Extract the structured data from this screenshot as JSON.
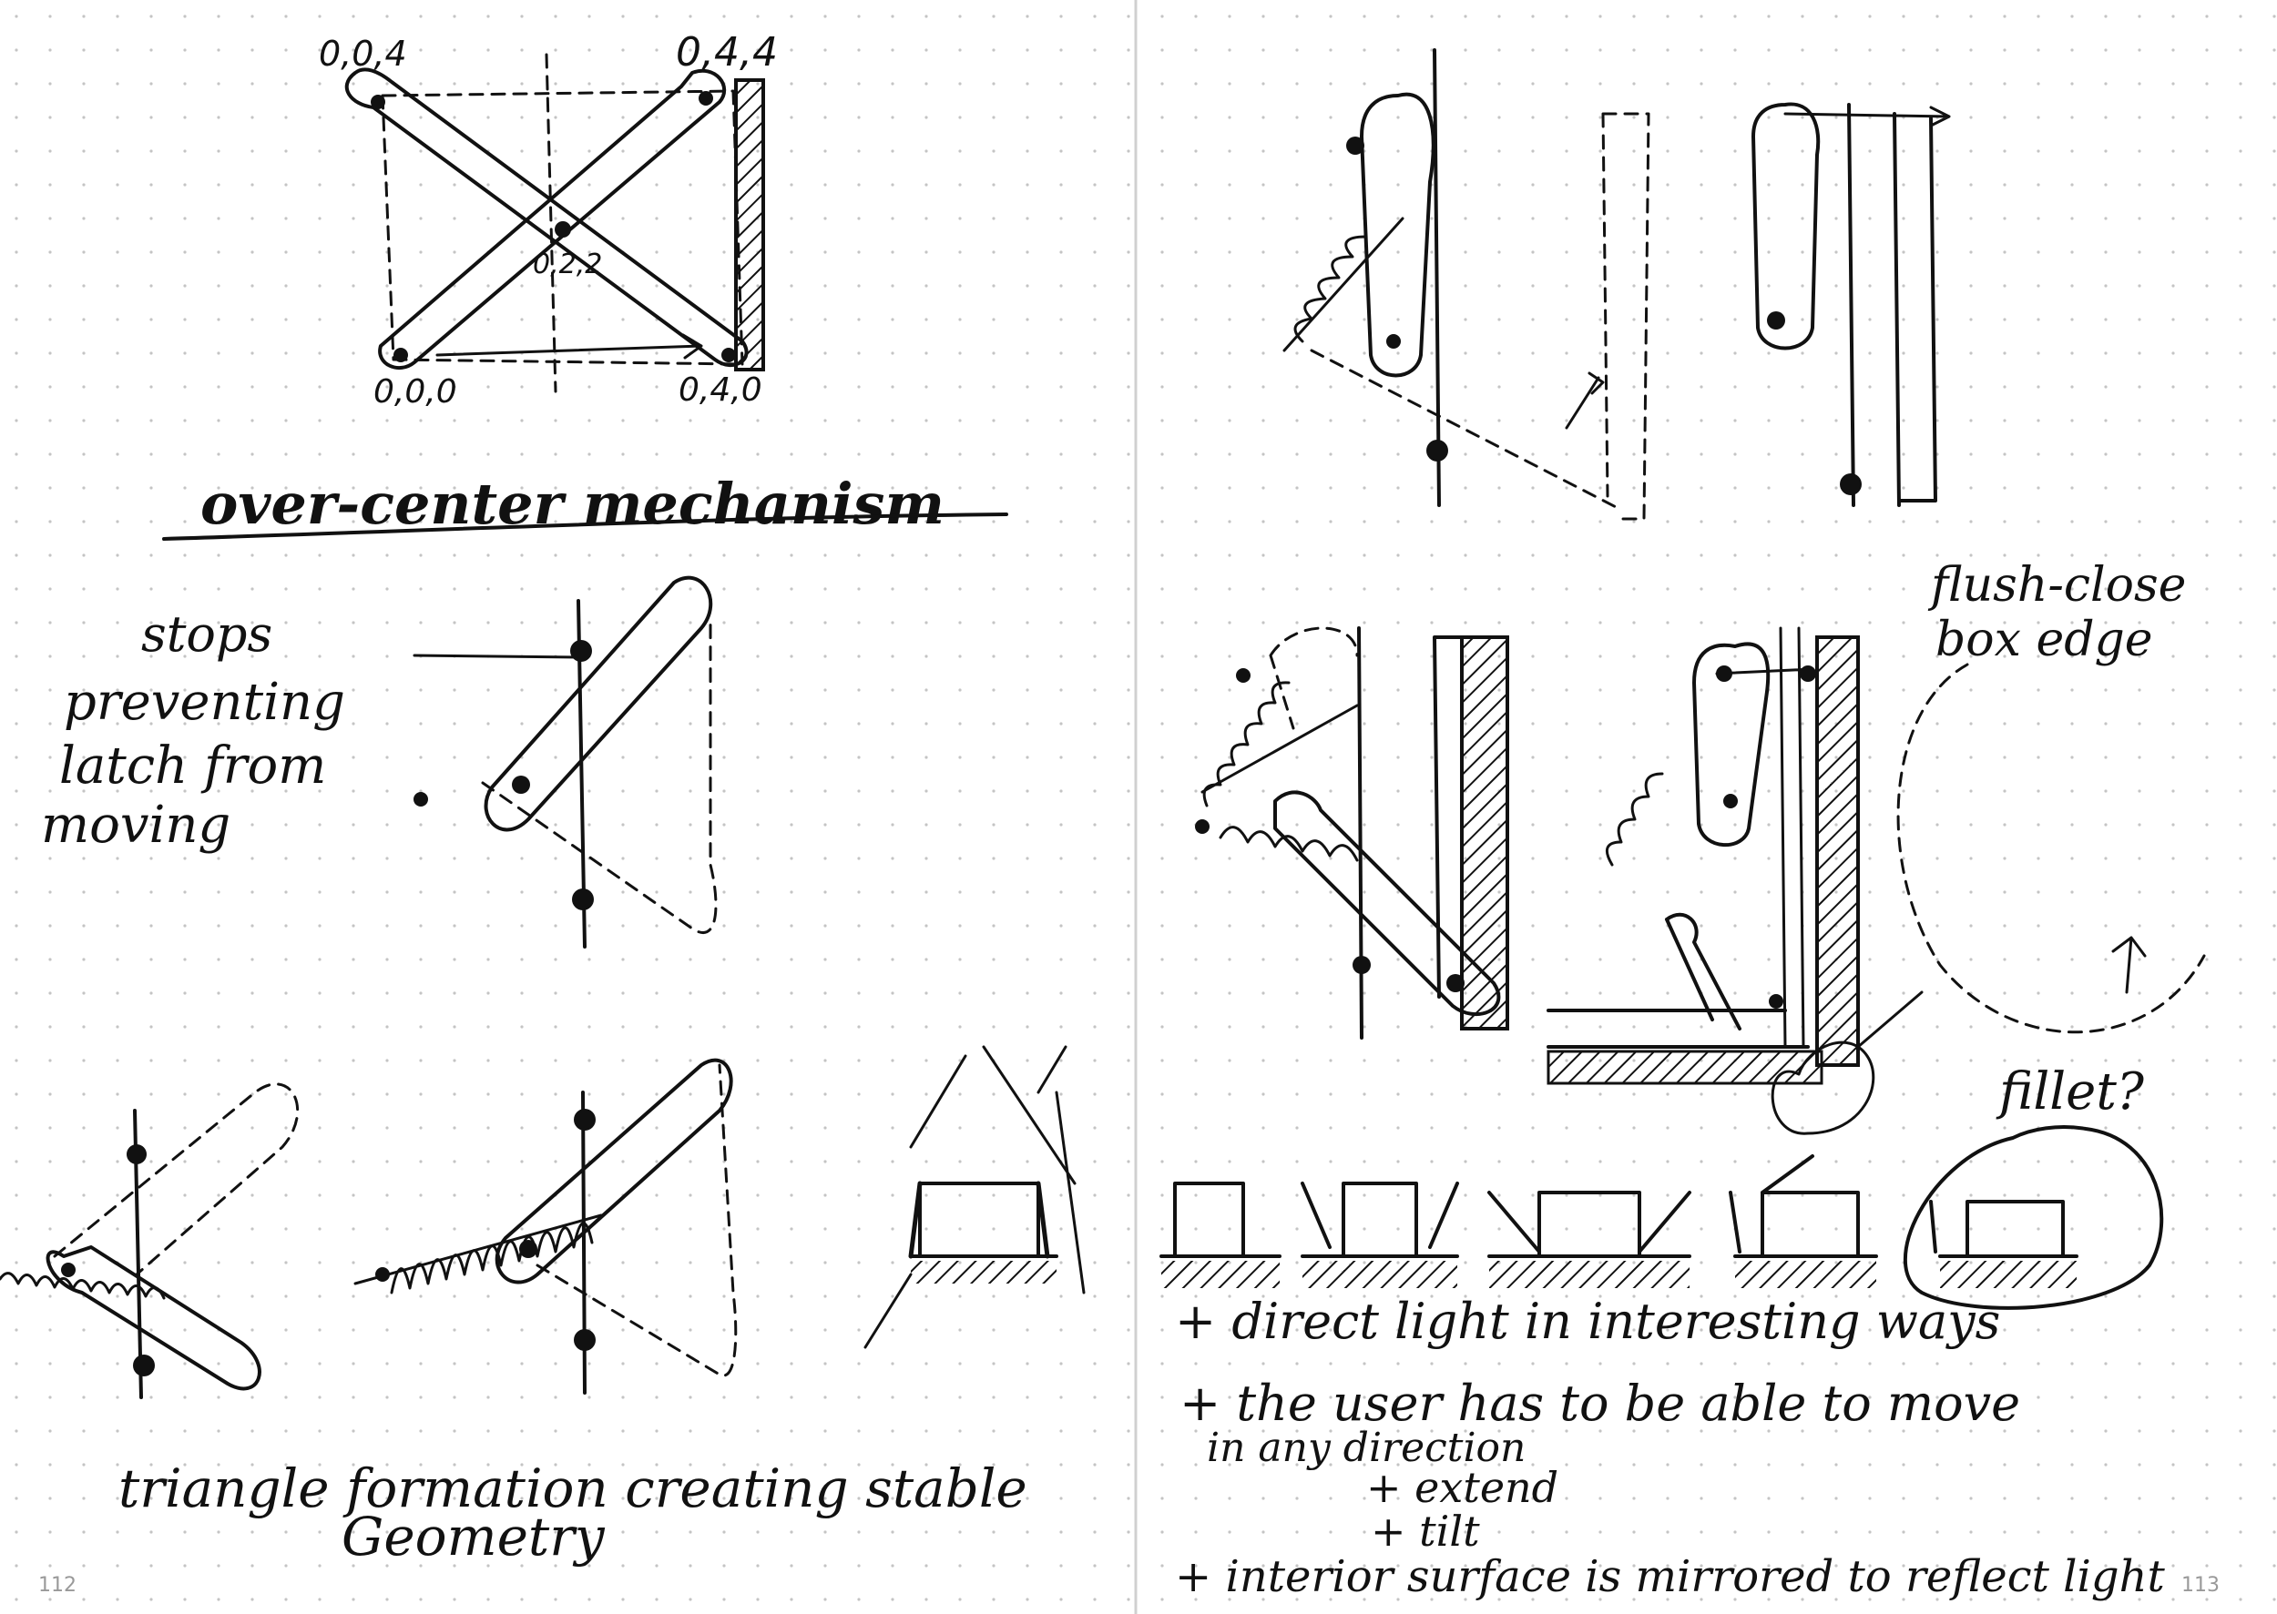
{
  "left_page": {
    "page_number": "112",
    "coords": {
      "top_left": "0,0,4",
      "top_right": "0,4,4",
      "center": "0,2,2",
      "bottom_left": "0,0,0",
      "bottom_right": "0,4,0"
    },
    "heading": "over-center mechanism",
    "side_note": [
      "stops",
      "preventing",
      "latch from",
      "moving"
    ],
    "caption": [
      "triangle formation creating stable",
      "Geometry"
    ]
  },
  "right_page": {
    "page_number": "113",
    "box_edge_note": [
      "flush-close",
      "box edge"
    ],
    "fillet_note": "fillet?",
    "bullets": [
      "+ direct light in interesting ways",
      "+ the user has to be able to move",
      "in any direction",
      "+ extend",
      "+ tilt",
      "+ interior surface is mirrored to reflect light"
    ]
  }
}
